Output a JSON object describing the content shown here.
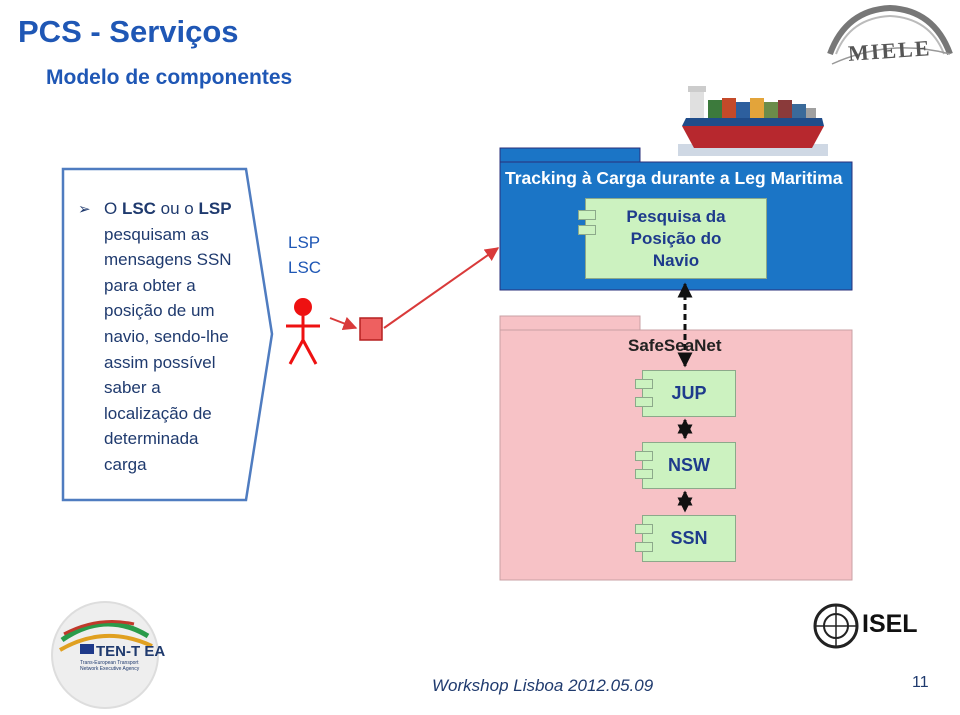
{
  "header": {
    "title": "PCS - Serviços",
    "subtitle": "Modelo de componentes"
  },
  "callout": {
    "bullet": "➢",
    "lines": [
      [
        {
          "t": "O ",
          "b": false
        },
        {
          "t": "LSC",
          "b": true
        },
        {
          "t": " ou o ",
          "b": false
        },
        {
          "t": "LSP",
          "b": true
        }
      ],
      [
        {
          "t": "pesquisam as",
          "b": false
        }
      ],
      [
        {
          "t": "mensagens SSN",
          "b": false
        }
      ],
      [
        {
          "t": "para obter a",
          "b": false
        }
      ],
      [
        {
          "t": "posição de um",
          "b": false
        }
      ],
      [
        {
          "t": "navio, sendo-lhe",
          "b": false
        }
      ],
      [
        {
          "t": "assim possível",
          "b": false
        }
      ],
      [
        {
          "t": "saber a",
          "b": false
        }
      ],
      [
        {
          "t": "localização de",
          "b": false
        }
      ],
      [
        {
          "t": "determinada",
          "b": false
        }
      ],
      [
        {
          "t": "carga",
          "b": false
        }
      ]
    ]
  },
  "actor": {
    "label_line1": "LSP",
    "label_line2": "LSC"
  },
  "diagram": {
    "package_tracking_title": "Tracking à Carga durante a Leg Maritima",
    "package_safeseanet_title": "SafeSeaNet",
    "component_pesquisa": [
      "Pesquisa da",
      "Posição do",
      "Navio"
    ],
    "component_jup": "JUP",
    "component_nsw": "NSW",
    "component_ssn": "SSN",
    "colors": {
      "package_blue": "#1b75c6",
      "package_pink": "#f7c2c6",
      "component_green": "#ccf2c0",
      "arrow_red": "#d93a3a"
    }
  },
  "logos": {
    "miele": "MIELE",
    "tent_main": "TEN-T EA",
    "tent_sub": "Trans-European Transport Network Executive Agency",
    "isel": "ISEL"
  },
  "footer": {
    "workshop": "Workshop Lisboa 2012.05.09",
    "page_number": "11"
  }
}
